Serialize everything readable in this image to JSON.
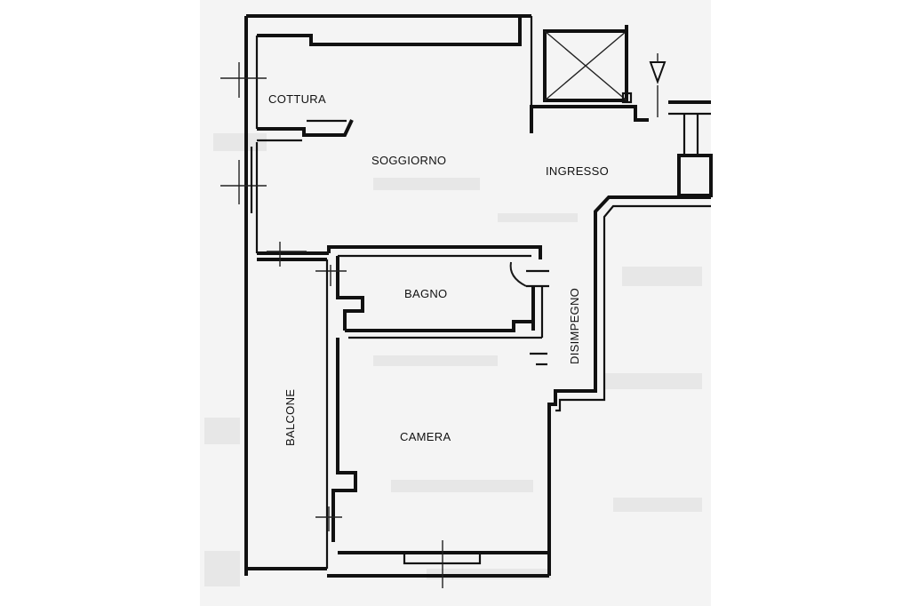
{
  "plan": {
    "rooms": {
      "cottura": "COTTURA",
      "soggiorno": "SOGGIORNO",
      "ingresso": "INGRESSO",
      "bagno": "BAGNO",
      "disimpegno": "DISIMPEGNO",
      "balcone": "BALCONE",
      "camera": "CAMERA"
    }
  },
  "colors": {
    "background": "#ffffff",
    "ink": "#111111",
    "scan_gray": "#dcdcdc"
  }
}
